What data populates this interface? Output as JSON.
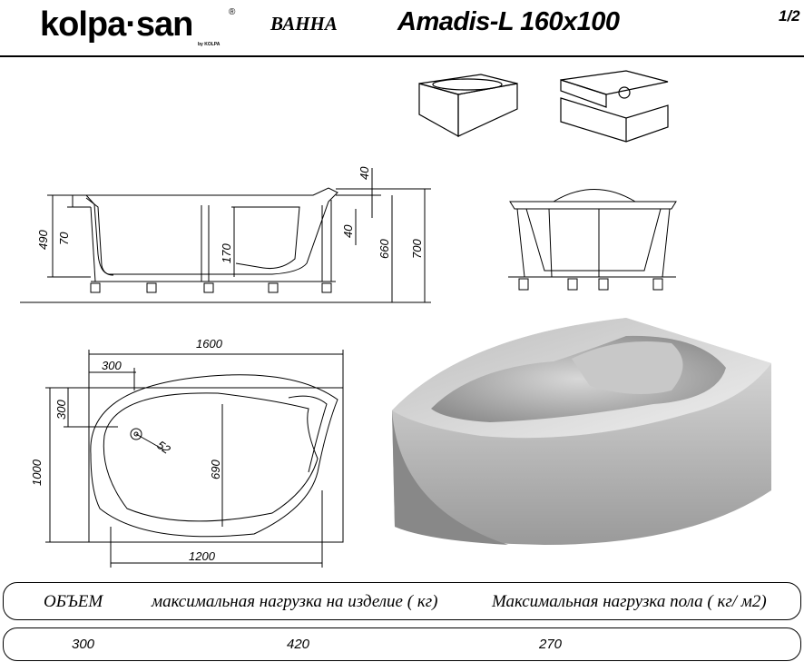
{
  "header": {
    "brand": "kolpa·san",
    "brand_sub": "by KOLPA",
    "product_type": "ВАННА",
    "title": "Amadis-L 160x100",
    "page": "1/2"
  },
  "side_view": {
    "dims": {
      "d490": "490",
      "d70": "70",
      "d170": "170",
      "d40_top": "40",
      "d40_mid": "40",
      "d660": "660",
      "d700": "700"
    }
  },
  "plan_view": {
    "dims": {
      "length": "1600",
      "offset_x": "300",
      "offset_y": "300",
      "width": "1000",
      "drain": "52",
      "inner_width": "690",
      "inner_length": "1200"
    }
  },
  "specs": {
    "headers": [
      "ОБЪЕМ",
      "максимальная нагрузка на изделие ( кг)",
      "Максимальная нагрузка пола ( кг/ м2)"
    ],
    "values": [
      "300",
      "420",
      "270"
    ]
  }
}
